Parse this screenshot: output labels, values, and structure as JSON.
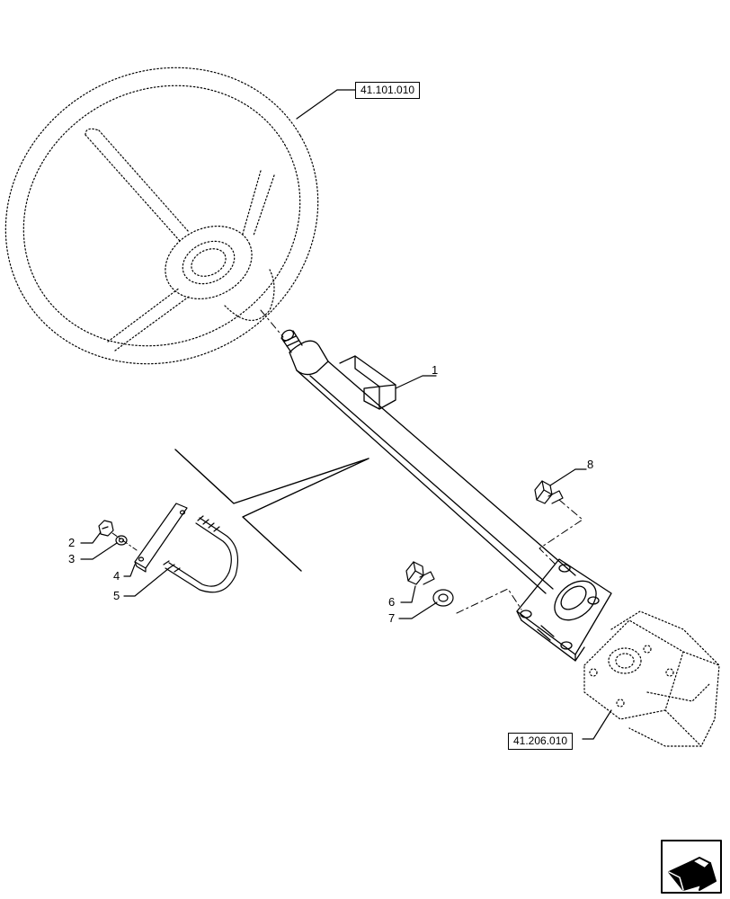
{
  "references": {
    "steering_wheel_ref": "41.101.010",
    "steering_unit_ref": "41.206.010"
  },
  "callouts": {
    "c1": "1",
    "c2": "2",
    "c3": "3",
    "c4": "4",
    "c5": "5",
    "c6": "6",
    "c7": "7",
    "c8": "8"
  },
  "icons": {
    "nav": "next-page-arrow-icon"
  }
}
